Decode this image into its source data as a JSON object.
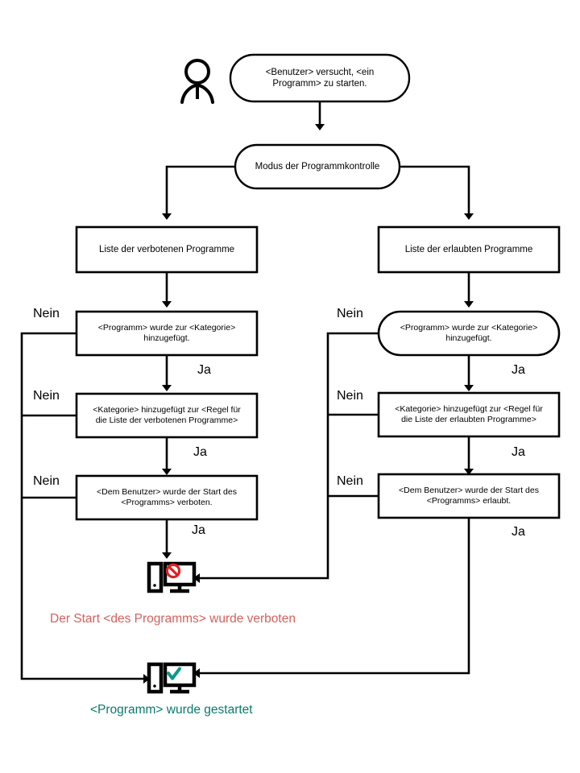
{
  "diagram": {
    "title": "Programmkontrolle Ablaufdiagramm",
    "colors": {
      "stroke": "#000000",
      "blocked_red": "#d4615c",
      "icon_red": "#e02020",
      "allowed_teal": "#0b9a86",
      "caption_teal": "#0b7a6b"
    },
    "actor": {
      "name": "user-actor",
      "label": ""
    },
    "nodes": {
      "start": "<Benutzer> versucht, <ein\nProgramm>  zu starten.",
      "mode": "Modus der Programmkontrolle",
      "list_denied": "Liste der verbotenen Programme",
      "list_allowed": "Liste der erlaubten Programme",
      "left_q1": "<Programm>  wurde zur <Kategorie>\nhinzugefügt.",
      "left_q2": "<Kategorie> hinzugefügt zur <Regel für\ndie Liste der verbotenen Programme>",
      "left_q3": "<Dem Benutzer> wurde der Start des\n<Programms> verboten.",
      "right_q1": "<Programm>  wurde zur <Kategorie>\nhinzugefügt.",
      "right_q2": "<Kategorie> hinzugefügt zur <Regel für\ndie Liste der erlaubten Programme>",
      "right_q3": "<Dem Benutzer> wurde der Start des\n<Programms> erlaubt."
    },
    "edge_labels": {
      "left_no_1": "Nein",
      "left_no_2": "Nein",
      "left_no_3": "Nein",
      "left_yes_1": "Ja",
      "left_yes_2": "Ja",
      "left_yes_3": "Ja",
      "right_no_1": "Nein",
      "right_no_2": "Nein",
      "right_no_3": "Nein",
      "right_yes_1": "Ja",
      "right_yes_2": "Ja",
      "right_yes_3": "Ja"
    },
    "outcomes": {
      "blocked_icon": "computer-blocked-icon",
      "blocked_caption": "Der Start <des Programms> wurde verboten",
      "allowed_icon": "computer-allowed-icon",
      "allowed_caption": "<Programm> wurde gestartet"
    }
  }
}
